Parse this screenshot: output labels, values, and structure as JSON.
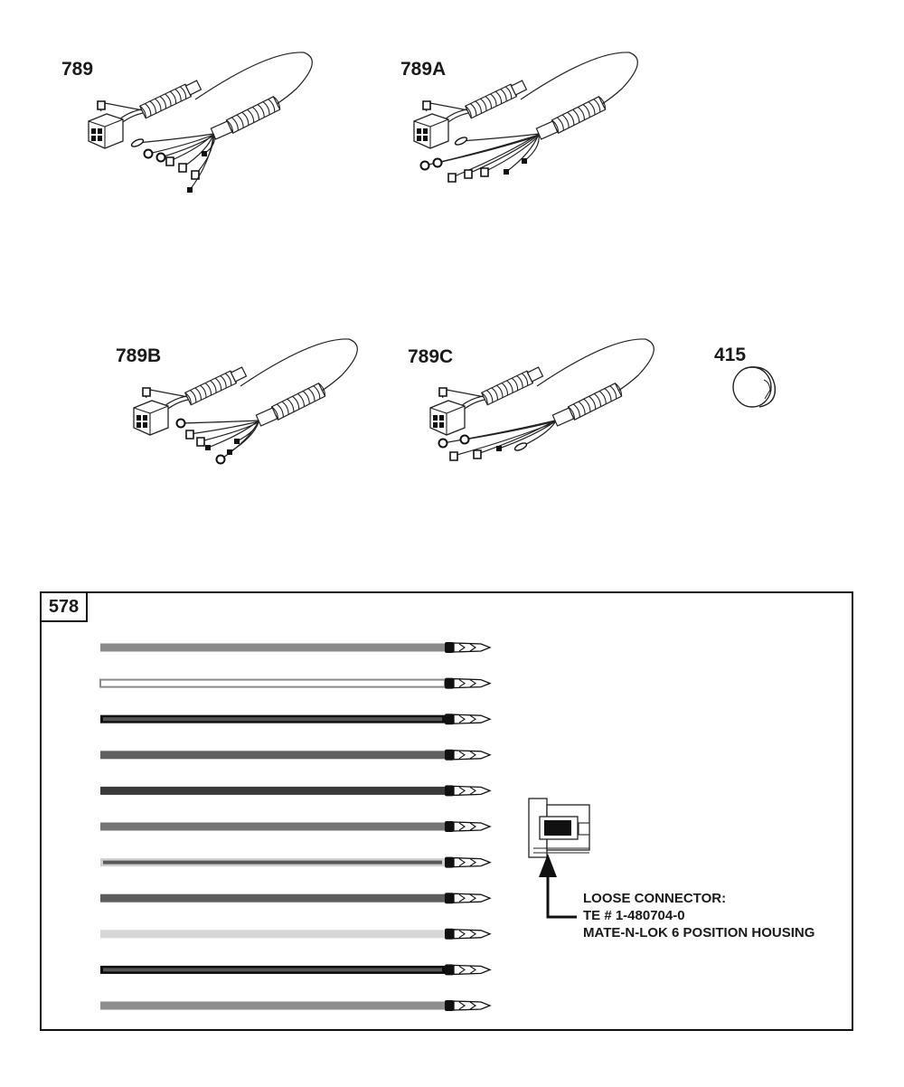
{
  "parts": [
    {
      "label": "789"
    },
    {
      "label": "789A"
    },
    {
      "label": "789B"
    },
    {
      "label": "789C"
    },
    {
      "label": "415"
    }
  ],
  "kit": {
    "label": "578",
    "wires": [
      {
        "color": "#8a8a8a",
        "style": "solid"
      },
      {
        "color": "#ffffff",
        "style": "outlined"
      },
      {
        "color": "#111111",
        "style": "striped"
      },
      {
        "color": "#606060",
        "style": "solid"
      },
      {
        "color": "#3a3a3a",
        "style": "solid"
      },
      {
        "color": "#767676",
        "style": "solid"
      },
      {
        "color": "#5a5a5a",
        "style": "striped-light"
      },
      {
        "color": "#5c5c5c",
        "style": "solid"
      },
      {
        "color": "#d6d6d6",
        "style": "solid"
      },
      {
        "color": "#0a0a0a",
        "style": "striped"
      },
      {
        "color": "#8e8e8e",
        "style": "solid"
      }
    ]
  },
  "connector_note": {
    "line1": "LOOSE CONNECTOR:",
    "line2": "TE # 1-480704-0",
    "line3": "MATE-N-LOK 6 POSITION HOUSING"
  }
}
